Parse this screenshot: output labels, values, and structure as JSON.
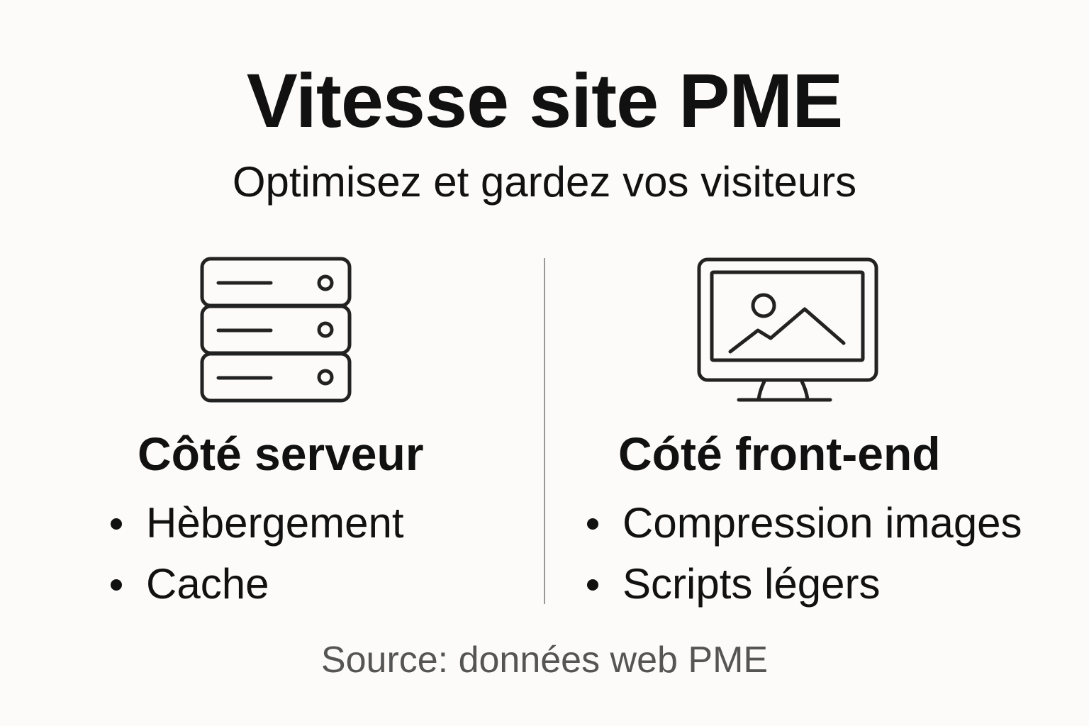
{
  "header": {
    "title": "Vitesse site PME",
    "subtitle": "Optimisez et gardez vos visiteurs"
  },
  "columns": [
    {
      "icon": "server-icon",
      "title": "Côté serveur",
      "items": [
        "Hèbergement",
        "Cache"
      ]
    },
    {
      "icon": "monitor-image-icon",
      "title": "Cóté front-end",
      "items": [
        "Compression images",
        "Scripts légers"
      ]
    }
  ],
  "footer": {
    "source": "Source: données web PME"
  },
  "colors": {
    "background": "#fcfbf9",
    "text": "#111111",
    "source_text": "#555555",
    "divider": "#999999"
  }
}
